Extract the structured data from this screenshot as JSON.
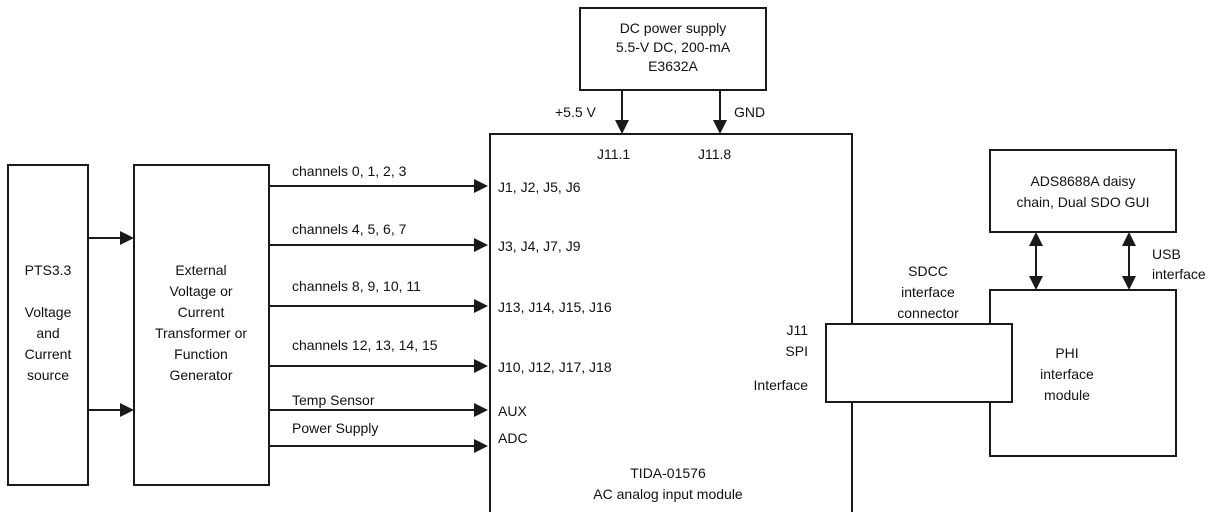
{
  "dc_supply": {
    "line1": "DC power supply",
    "line2": "5.5-V DC, 200-mA",
    "line3": "E3632A"
  },
  "supply_labels": {
    "plus": "+5.5 V",
    "gnd": "GND",
    "j11_1": "J11.1",
    "j11_8": "J11.8"
  },
  "pts": {
    "line1": "PTS3.3",
    "line2": "Voltage",
    "line3": "and",
    "line4": "Current",
    "line5": "source"
  },
  "generator": {
    "line1": "External",
    "line2": "Voltage or",
    "line3": "Current",
    "line4": "Transformer or",
    "line5": "Function",
    "line6": "Generator"
  },
  "signals": [
    {
      "label": "channels 0, 1, 2, 3",
      "connector": "J1, J2, J5, J6"
    },
    {
      "label": "channels 4, 5, 6, 7",
      "connector": "J3, J4, J7, J9"
    },
    {
      "label": "channels 8, 9, 10, 11",
      "connector": "J13, J14, J15, J16"
    },
    {
      "label": "channels 12, 13, 14, 15",
      "connector": "J10, J12, J17, J18"
    },
    {
      "label": "Temp Sensor",
      "connector": "AUX"
    },
    {
      "label": "Power Supply",
      "connector": "ADC"
    }
  ],
  "tida": {
    "j11": "J11",
    "spi": "SPI",
    "interface": "Interface",
    "name": "TIDA-01576",
    "desc": "AC analog input module"
  },
  "sdcc": {
    "line1": "SDCC",
    "line2": "interface",
    "line3": "connector"
  },
  "gui": {
    "line1": "ADS8688A daisy",
    "line2": "chain, Dual SDO GUI"
  },
  "usb": {
    "line1": "USB",
    "line2": "interface"
  },
  "phi": {
    "line1": "PHI",
    "line2": "interface",
    "line3": "module"
  }
}
